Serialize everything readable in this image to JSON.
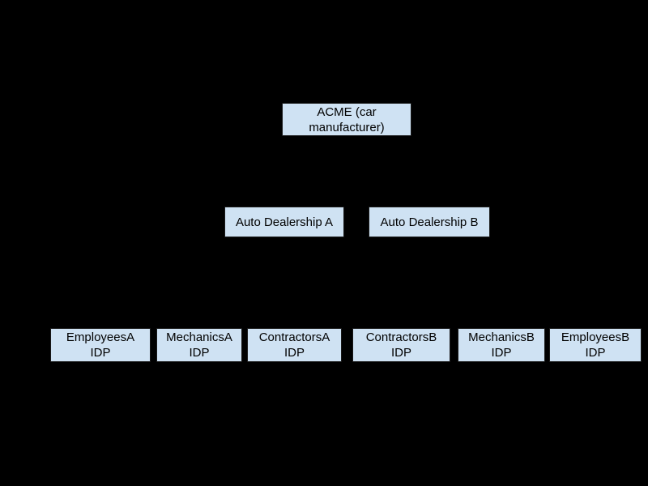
{
  "canvas": {
    "background_color": "#000000"
  },
  "style": {
    "node_fill_color": "#cfe2f3",
    "node_border_color": "#1a1a1a",
    "node_text_color": "#000000"
  },
  "diagram": {
    "type": "hierarchy",
    "levels": [
      [
        "acme"
      ],
      [
        "dealership_a",
        "dealership_b"
      ],
      [
        "employees_a",
        "mechanics_a",
        "contractors_a",
        "contractors_b",
        "mechanics_b",
        "employees_b"
      ]
    ]
  },
  "nodes": {
    "acme": {
      "label": "ACME (car\nmanufacturer)"
    },
    "dealership_a": {
      "label": "Auto Dealership A"
    },
    "dealership_b": {
      "label": "Auto Dealership B"
    },
    "employees_a": {
      "label": "EmployeesA\nIDP"
    },
    "mechanics_a": {
      "label": "MechanicsA\nIDP"
    },
    "contractors_a": {
      "label": "ContractorsA\nIDP"
    },
    "contractors_b": {
      "label": "ContractorsB\nIDP"
    },
    "mechanics_b": {
      "label": "MechanicsB\nIDP"
    },
    "employees_b": {
      "label": "EmployeesB\nIDP"
    }
  }
}
